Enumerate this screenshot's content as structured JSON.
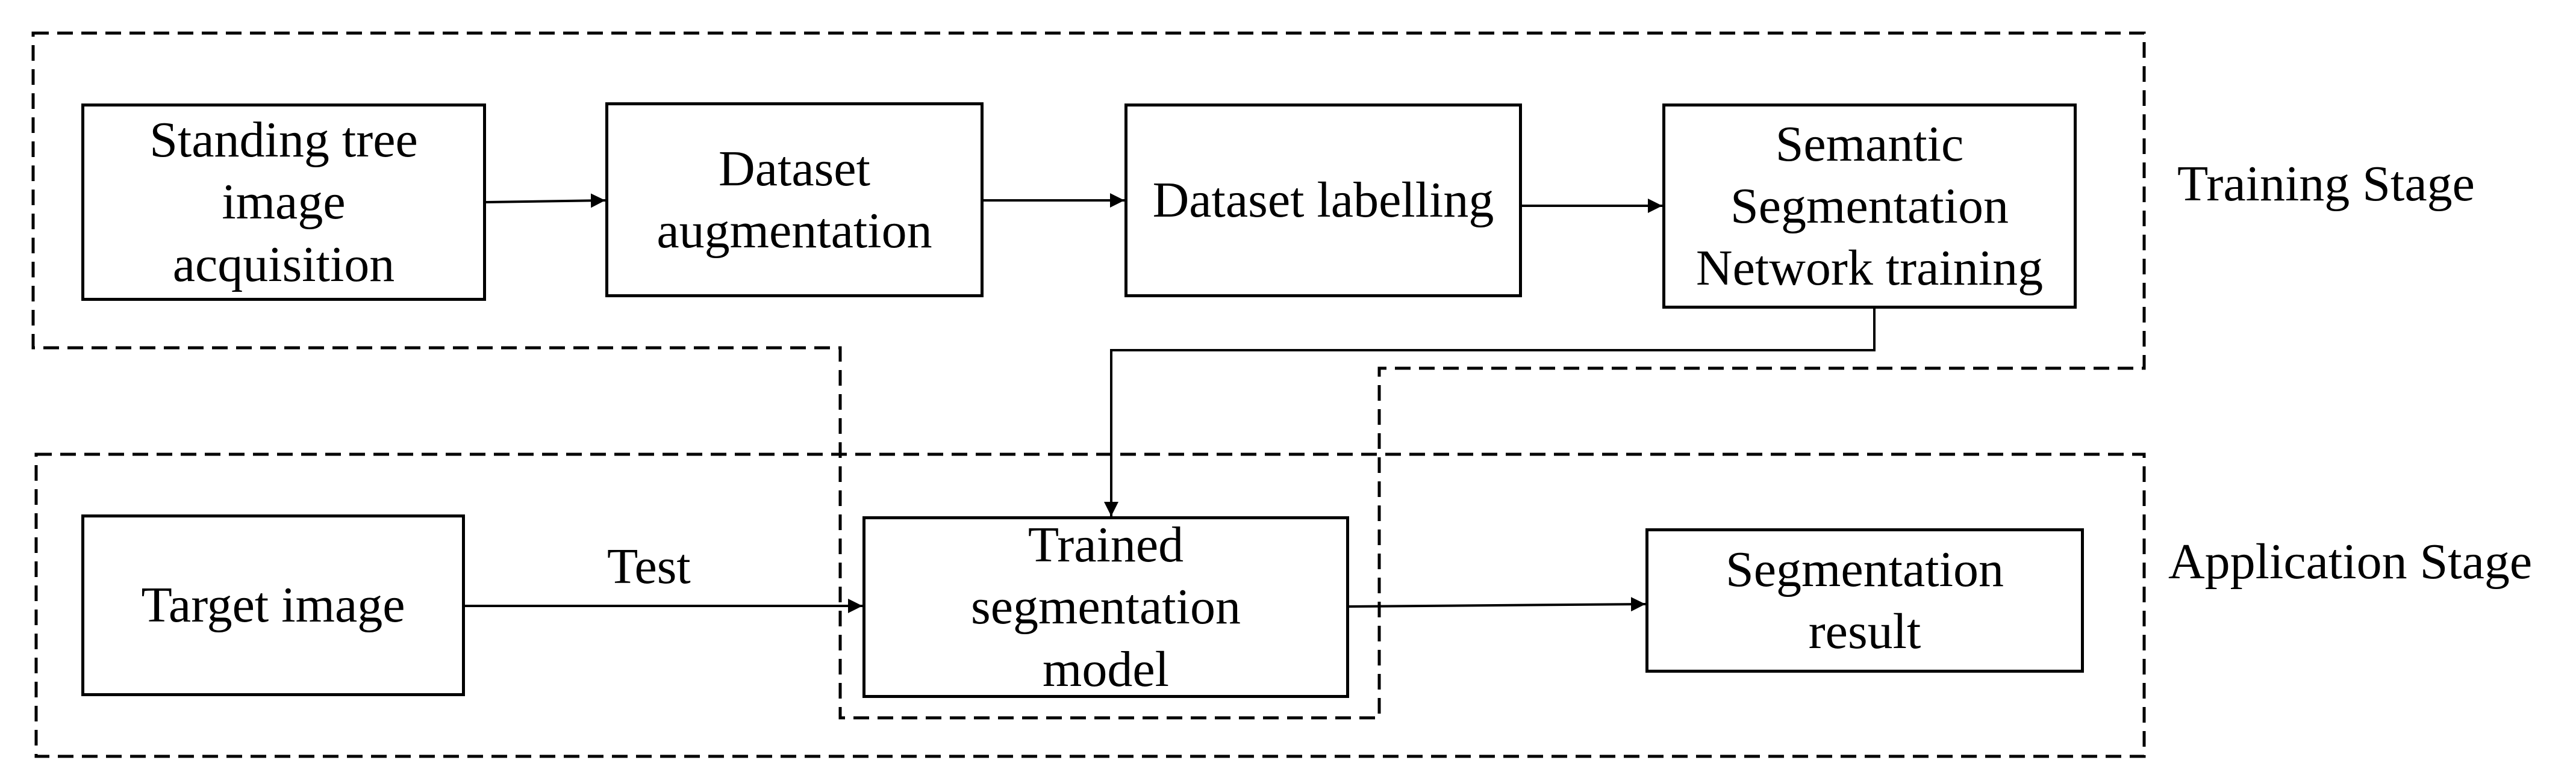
{
  "stages": {
    "training": "Training Stage",
    "application": "Application Stage"
  },
  "nodes": {
    "acquisition": [
      "Standing tree",
      "image",
      "acquisition"
    ],
    "augmentation": [
      "Dataset",
      "augmentation"
    ],
    "labelling": [
      "Dataset labelling"
    ],
    "network_training": [
      "Semantic",
      "Segmentation",
      "Network training"
    ],
    "target_image": [
      "Target image"
    ],
    "trained_model": [
      "Trained",
      "segmentation",
      "model"
    ],
    "result": [
      "Segmentation",
      "result"
    ]
  },
  "edges": {
    "test_label": "Test"
  },
  "colors": {
    "stroke": "#000000",
    "background": "#ffffff"
  }
}
